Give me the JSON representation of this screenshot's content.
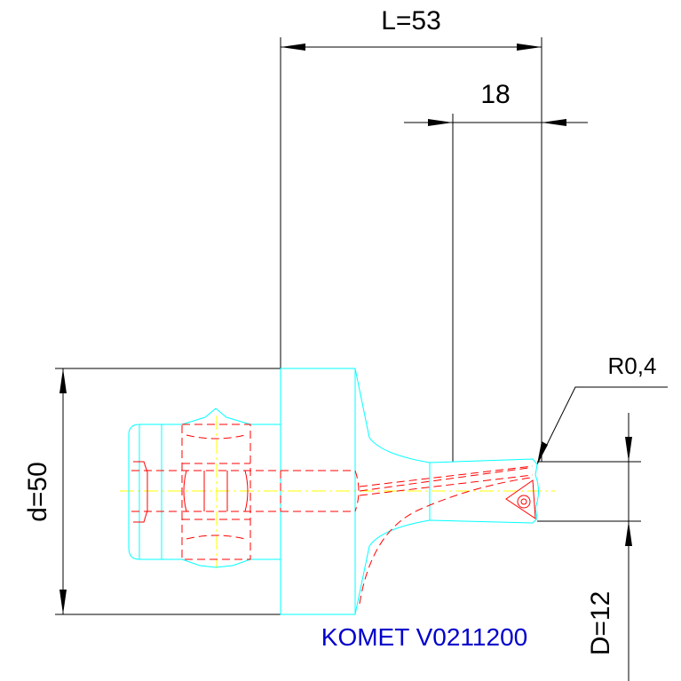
{
  "dimensions": {
    "length": "L=53",
    "tip_length": "18",
    "corner_radius": "R0,4",
    "shank_diameter": "d=50",
    "bore_diameter": "D=12"
  },
  "caption": "KOMET V0211200",
  "colors": {
    "dimension": "#000000",
    "outline": "#00ffff",
    "hidden": "#ff0000",
    "centerline": "#ffff00",
    "caption": "#0000cc"
  }
}
